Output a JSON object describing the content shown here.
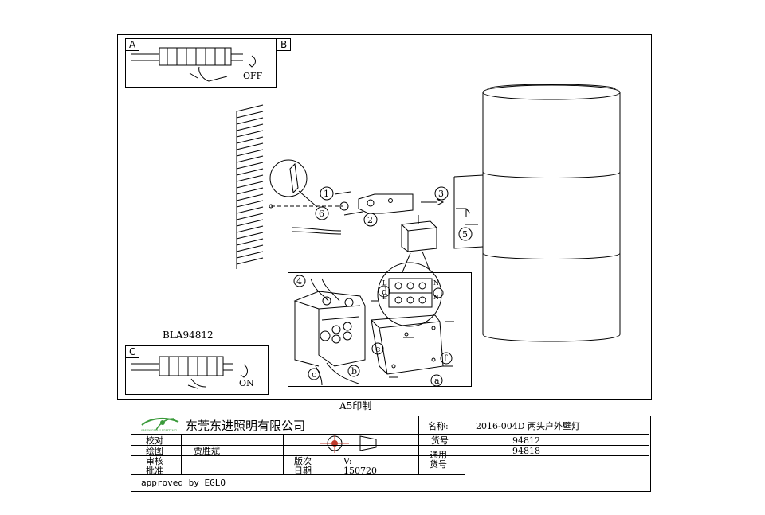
{
  "panels": {
    "a": {
      "letter": "A",
      "state": "OFF"
    },
    "b": {
      "letter": "B"
    },
    "c": {
      "letter": "C",
      "state": "ON"
    },
    "model": "BLA94812",
    "callouts": {
      "step1": "1",
      "step2": "2",
      "step3": "3",
      "step4": "4",
      "step5": "5",
      "step6": "6"
    },
    "detail_labels": {
      "a": "a",
      "b": "b",
      "c": "c",
      "d": "d",
      "e": "e",
      "f": "f"
    },
    "terminal_labels": {
      "L1": "L",
      "N1": "N",
      "L2": "L",
      "N2": "N"
    }
  },
  "print_note": "A5印制",
  "title_block": {
    "company": "东莞东进照明有限公司",
    "logo_sub": "SHENGDA LIGHTING",
    "name_label": "名称:",
    "name_value": "2016-004D 两头户外壁灯",
    "code_label": "货号",
    "code_value": "94812",
    "common_label": "通用货号",
    "common_value": "94818",
    "checked_label": "校对",
    "drawn_label": "绘图",
    "drawn_value": "贾胜斌",
    "review_label": "审核",
    "approve_label": "批准",
    "version_label": "版次",
    "version_value": "V:",
    "date_label": "日期",
    "date_value": "150720",
    "approved_by": "approved by EGLO"
  }
}
